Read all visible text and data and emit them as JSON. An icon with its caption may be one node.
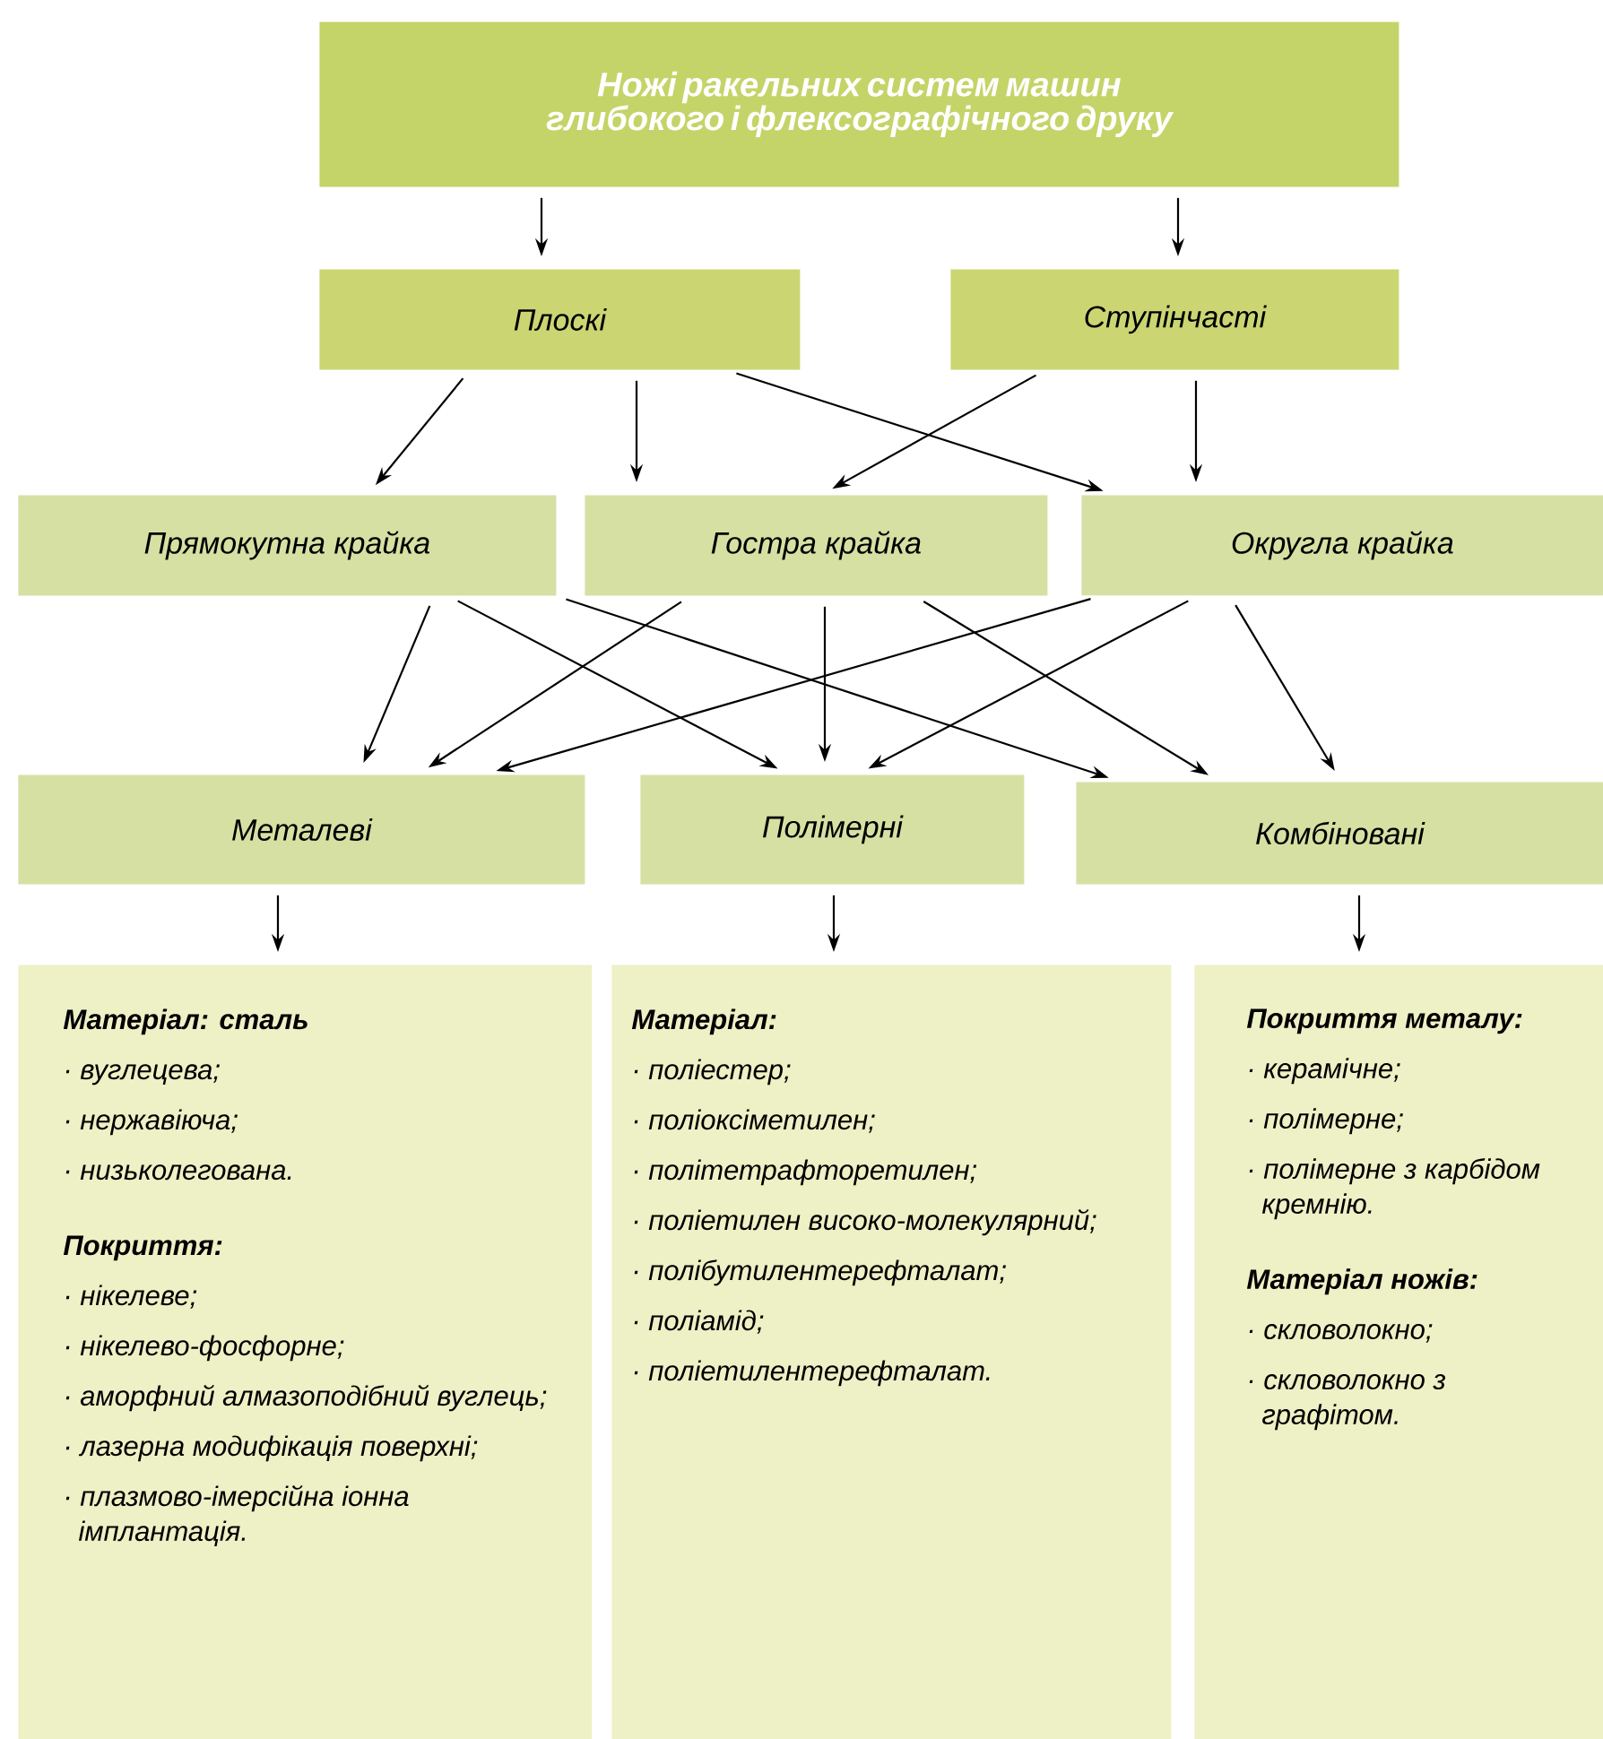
{
  "diagram": {
    "nodes": [
      {
        "text": [
          "Ножі ракельних систем машин глибокого і флексографічного друку"
        ]
      },
      {
        "text": [
          "Плоскі"
        ]
      },
      {
        "text": [
          "Ступінчасті"
        ]
      },
      {
        "text": [
          "Прямокутна крайка"
        ]
      },
      {
        "text": [
          "Гостра крайка"
        ]
      },
      {
        "text": [
          "Округла крайка"
        ]
      },
      {
        "text": [
          "Металеві"
        ]
      },
      {
        "text": [
          "Полімерні"
        ]
      },
      {
        "text": [
          "Комбіновані"
        ]
      },
      {
        "text": [
          "Матеріал: сталь",
          "· вуглецева;",
          "· нержавіюча;",
          "· низьколегована.",
          "Покриття:",
          "· нікелеве;",
          "· нікелево-фосфорне;",
          "· аморфний алмазоподібний вуглець;",
          "· лазерна модифікація поверхні;",
          "· плазмово-імерсійна іонна імплантація."
        ]
      },
      {
        "text": [
          "Матеріал:",
          "· поліестер;",
          "· поліоксіметилен;",
          "· політетрафторетилен;",
          "· поліетилен високо-молекулярний;",
          "· полібутилентерефталат;",
          "· поліамід;",
          "· поліетилентерефталат."
        ]
      },
      {
        "text": [
          "Покриття металу:",
          "· керамічне;",
          "· полімерне;",
          "· полімерне з карбідом кремнію.",
          "Матеріал ножів:",
          "· скловолокно;",
          "· скловолокно з графітом."
        ]
      }
    ],
    "edges": [
      {
        "from": 0,
        "to": 1,
        "arrow": "to"
      },
      {
        "from": 0,
        "to": 2,
        "arrow": "to"
      },
      {
        "from": 1,
        "to": 3,
        "arrow": "to"
      },
      {
        "from": 1,
        "to": 4,
        "arrow": "to"
      },
      {
        "from": 1,
        "to": 5,
        "arrow": "to"
      },
      {
        "from": 2,
        "to": 4,
        "arrow": "to"
      },
      {
        "from": 2,
        "to": 5,
        "arrow": "to"
      },
      {
        "from": 3,
        "to": 6,
        "arrow": "to"
      },
      {
        "from": 3,
        "to": 7,
        "arrow": "to"
      },
      {
        "from": 3,
        "to": 8,
        "arrow": "to"
      },
      {
        "from": 4,
        "to": 6,
        "arrow": "to"
      },
      {
        "from": 4,
        "to": 7,
        "arrow": "to"
      },
      {
        "from": 4,
        "to": 8,
        "arrow": "to"
      },
      {
        "from": 5,
        "to": 6,
        "arrow": "to"
      },
      {
        "from": 5,
        "to": 7,
        "arrow": "to"
      },
      {
        "from": 5,
        "to": 8,
        "arrow": "to"
      },
      {
        "from": 6,
        "to": 9,
        "arrow": "to"
      },
      {
        "from": 7,
        "to": 10,
        "arrow": "to"
      },
      {
        "from": 8,
        "to": 11,
        "arrow": "to"
      }
    ]
  }
}
